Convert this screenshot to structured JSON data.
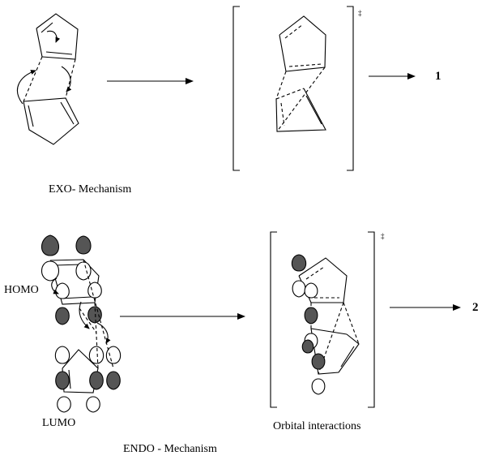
{
  "exo": {
    "label": "EXO- Mechanism",
    "product": "1",
    "ts_mark": "‡"
  },
  "endo": {
    "label": "ENDO - Mechanism",
    "product": "2",
    "ts_mark": "‡",
    "homo_label": "HOMO",
    "lumo_label": "LUMO",
    "orbital_label": "Orbital interactions"
  }
}
